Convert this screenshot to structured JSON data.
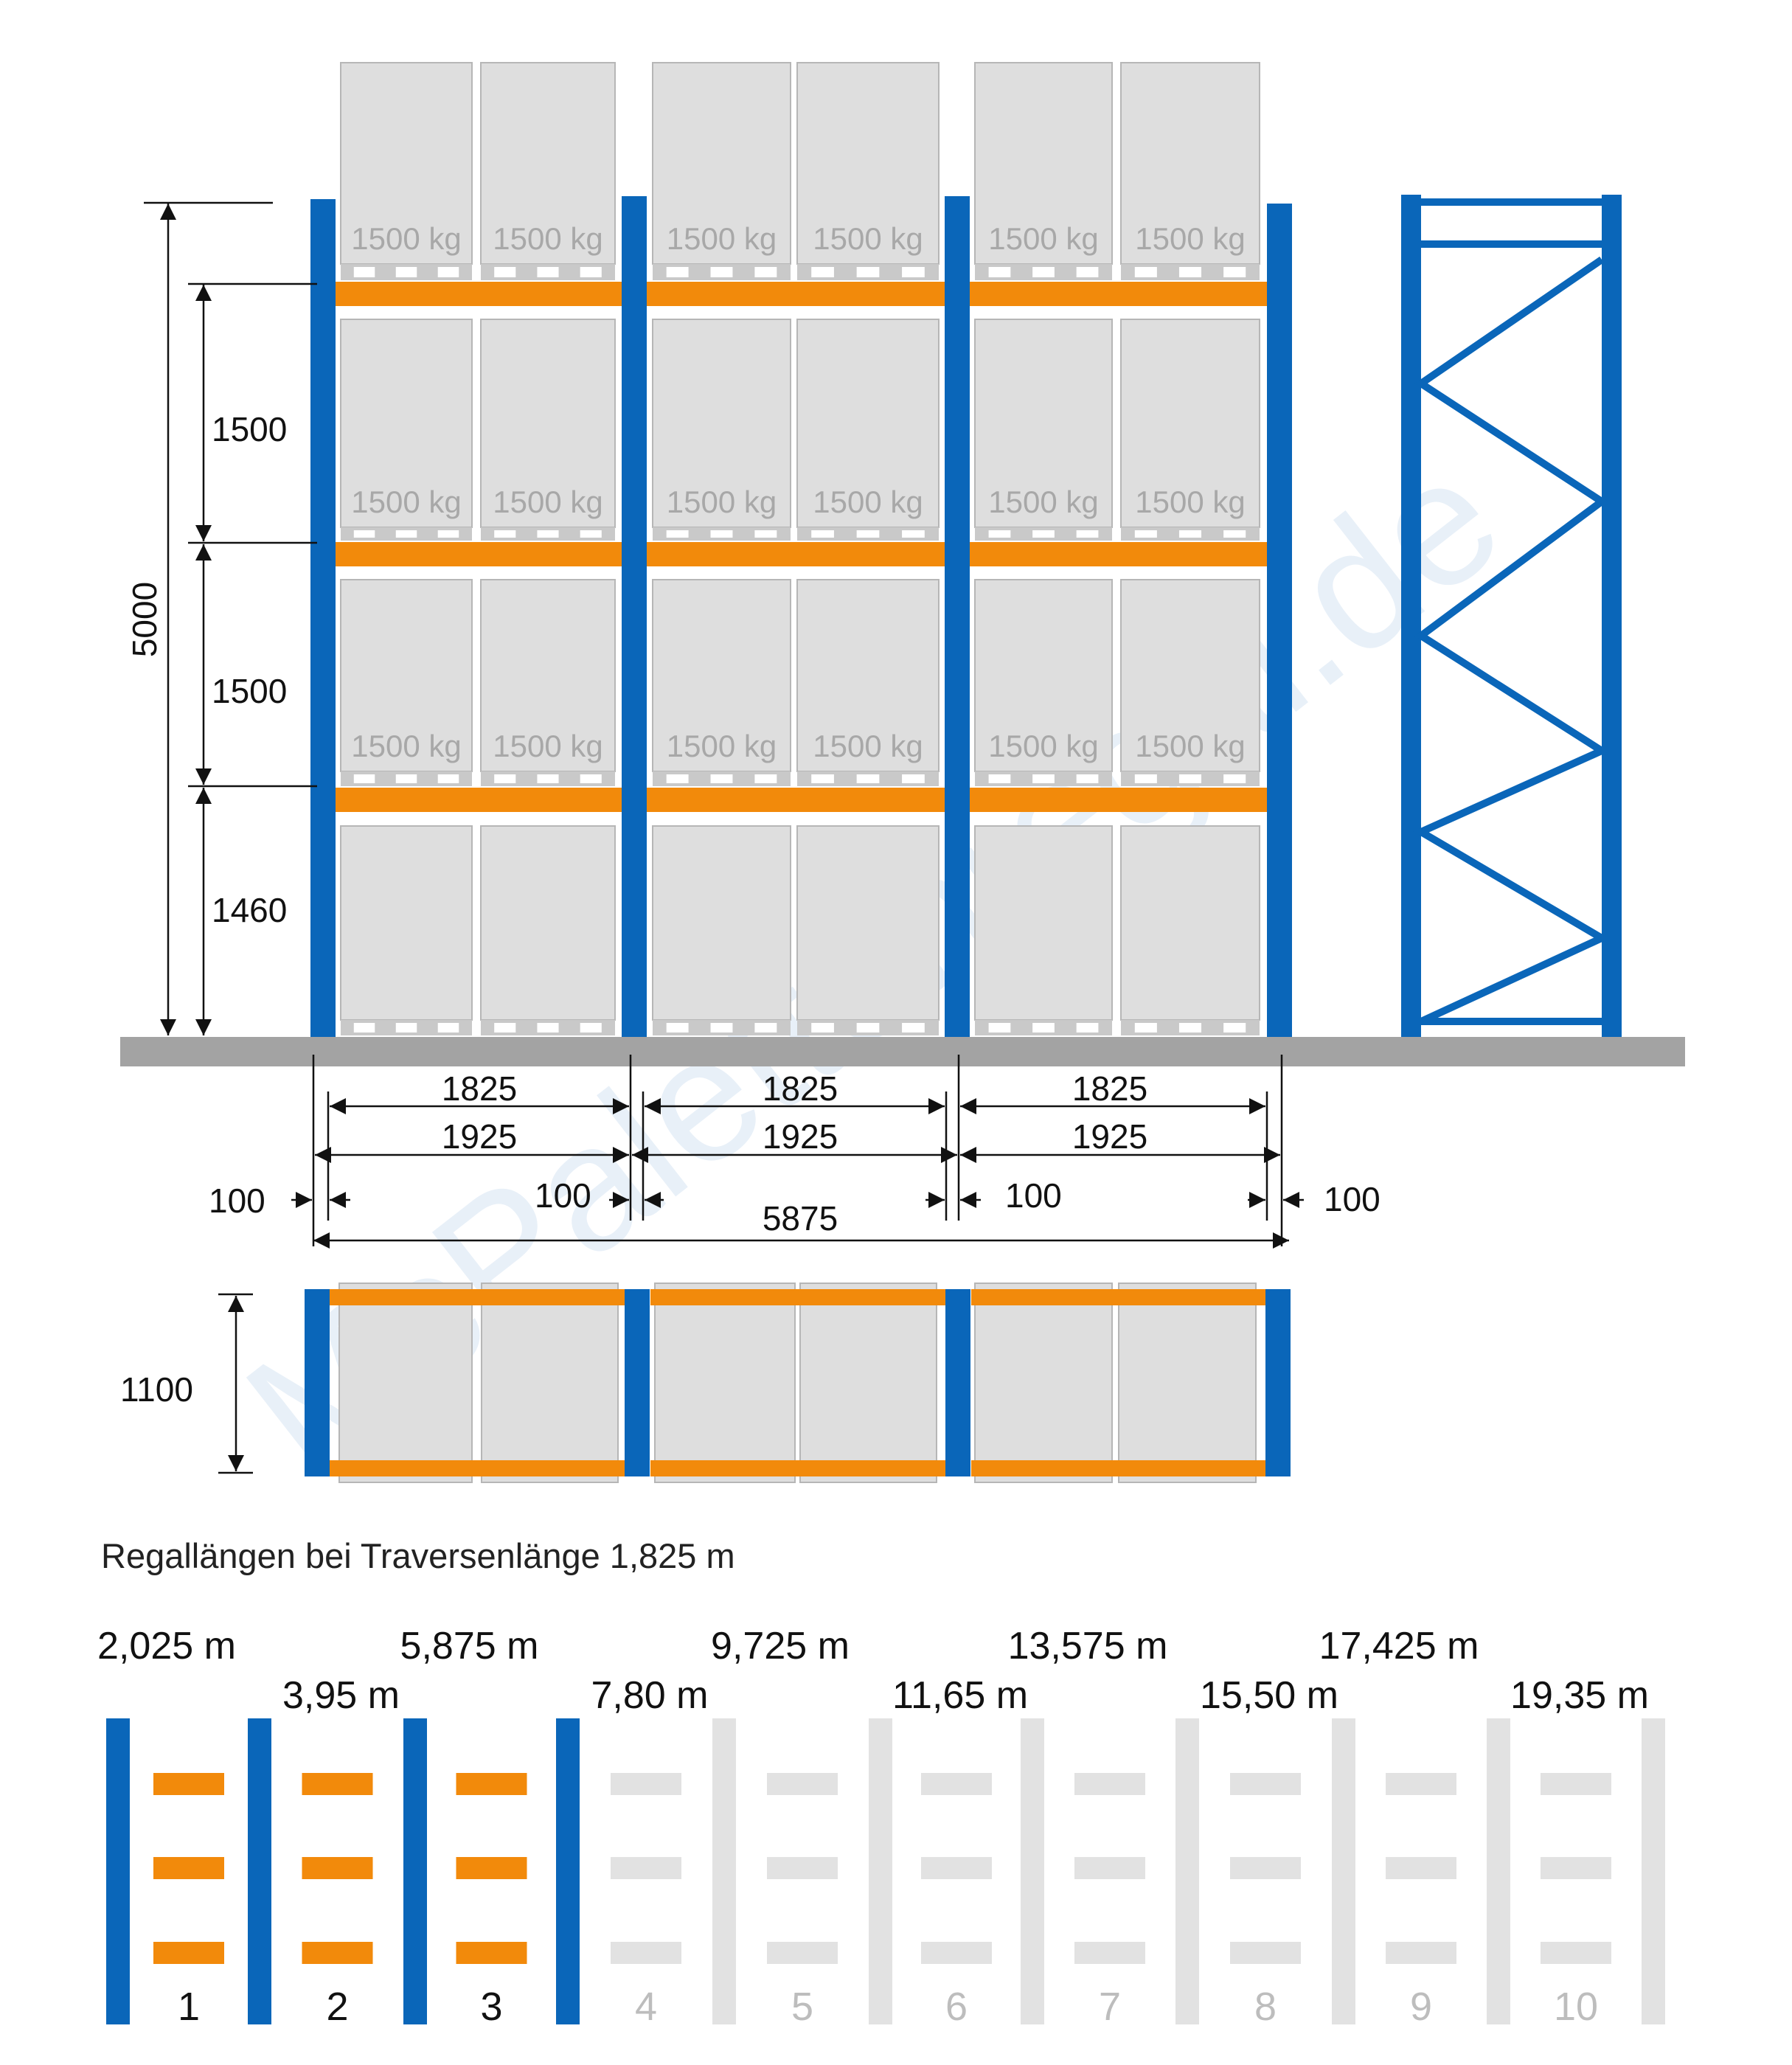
{
  "colors": {
    "upright": "#0a66b9",
    "beam": "#f28a0b",
    "pallet": "#dedede",
    "palletStroke": "#b6b6b6",
    "palletBase": "#c9c9c9",
    "floor": "#a3a3a3",
    "ghost": "#e2e2e2",
    "ghostText": "#bdbdbd",
    "watermark": "#d6e4f3",
    "dim": "#111111",
    "weightLabel": "#a8a8a8"
  },
  "watermark": "McPalettenregal.de",
  "front_view": {
    "pallet_load_label": "1500 kg",
    "total_height": "5000",
    "level_heights": [
      "1500",
      "1500",
      "1460"
    ]
  },
  "dimensions": {
    "beam_length": "1825",
    "bay_length": "1925",
    "upright_width": "100",
    "total_length": "5875"
  },
  "top_view": {
    "depth": "1100"
  },
  "lengths_section": {
    "title": "Regallängen bei Traversenlänge 1,825 m",
    "labels": [
      "2,025 m",
      "3,95 m",
      "5,875 m",
      "7,80 m",
      "9,725 m",
      "11,65 m",
      "13,575 m",
      "15,50 m",
      "17,425 m",
      "19,35 m"
    ],
    "bay_numbers": [
      "1",
      "2",
      "3",
      "4",
      "5",
      "6",
      "7",
      "8",
      "9",
      "10"
    ],
    "active_bays": 3
  }
}
